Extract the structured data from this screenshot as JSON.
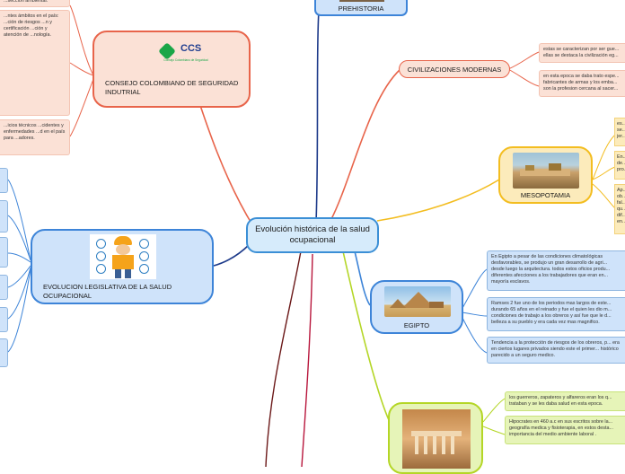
{
  "central": {
    "title": "Evolución histórica de la salud ocupacional"
  },
  "topics": {
    "prehistoria": {
      "label": "PREHISTORIA"
    },
    "civilizaciones": {
      "label": "CIVILIZACIONES MODERNAS"
    },
    "mesopotamia": {
      "label": "MESOPOTAMIA"
    },
    "egipto": {
      "label": "EGIPTO"
    },
    "ccs": {
      "label": "CONSEJO  COLOMBIANO DE SEGURIDAD INDUTRIAL",
      "logo": "CCS",
      "logo_sub": "Consejo Colombiano de Seguridad"
    },
    "legislativa": {
      "label": "EVOLUCION LEGISLATIVA DE LA SALUD OCUPACIONAL"
    }
  },
  "civilizaciones_notes": [
    "estas se caracterizan por ser gue... ellas se destaca la civilización eg...",
    "en esta epoca se daba trato espe... fabricantes de armas y los emba... son la profesion cercana al sacer..."
  ],
  "mesopotamia_notes": [
    "es... se... jer...",
    "En... de... pro...",
    "Ap... ob... fal... qu... dif... en..."
  ],
  "egipto_notes": [
    "En Egipto a pesar de las condiciones climatológicas desfavorables, se produjo un gran desarrollo de agri... desde luego la arquitectura. todos estos oficios produ... diferentes afecciones a los trabajadores que eran en... mayoría esclavos.",
    "Ramses 2 fue uno de los periodos mas largos de este... durando 65 años en el reinado y fue el quien les dio m... condiciones de trabajo a los obreros y así fue que le d... belleza a su pueblo y era cada vez mas magnifico.",
    "Tendencia a la protección de riesgos de los obreros, p... era en ciertos lugares privados siendo este el primer... histórico parecido a un seguro medico."
  ],
  "grecia_notes": [
    "los guerreros, zapateros y alfareros eran los q... trataban y se les daba salud en esta epoca.",
    "Hipocrates en 460 a.c  en sus escritos sobre la... geografía medica y fisioterapia, en estos desta... importancia del medio ambiente laboral ."
  ],
  "ccs_notes": [
    "...seccion ambiental.",
    "...ntes ámbitos en el país: ...ción de riesgos ...n y certificación ...ción y atención de ...nología.",
    "...icios técnicos ...cidentes y enfermedades ...d en el país para ...adores."
  ],
  "colors": {
    "central_fill": "#d6ebfb",
    "central_border": "#3b8fd6",
    "orange_fill": "#fbe1d6",
    "orange_line": "#e8644a",
    "yellow_line": "#f3bd20",
    "yellow_fill": "#fcebbb",
    "blue_line": "#3d84d8",
    "blue_fill": "#cfe3fa",
    "green_line": "#b4d626",
    "green_fill": "#e6f4b8",
    "navy_line": "#1d3a8a",
    "crimson_line": "#b8163c",
    "maroon_line": "#6b1818"
  }
}
